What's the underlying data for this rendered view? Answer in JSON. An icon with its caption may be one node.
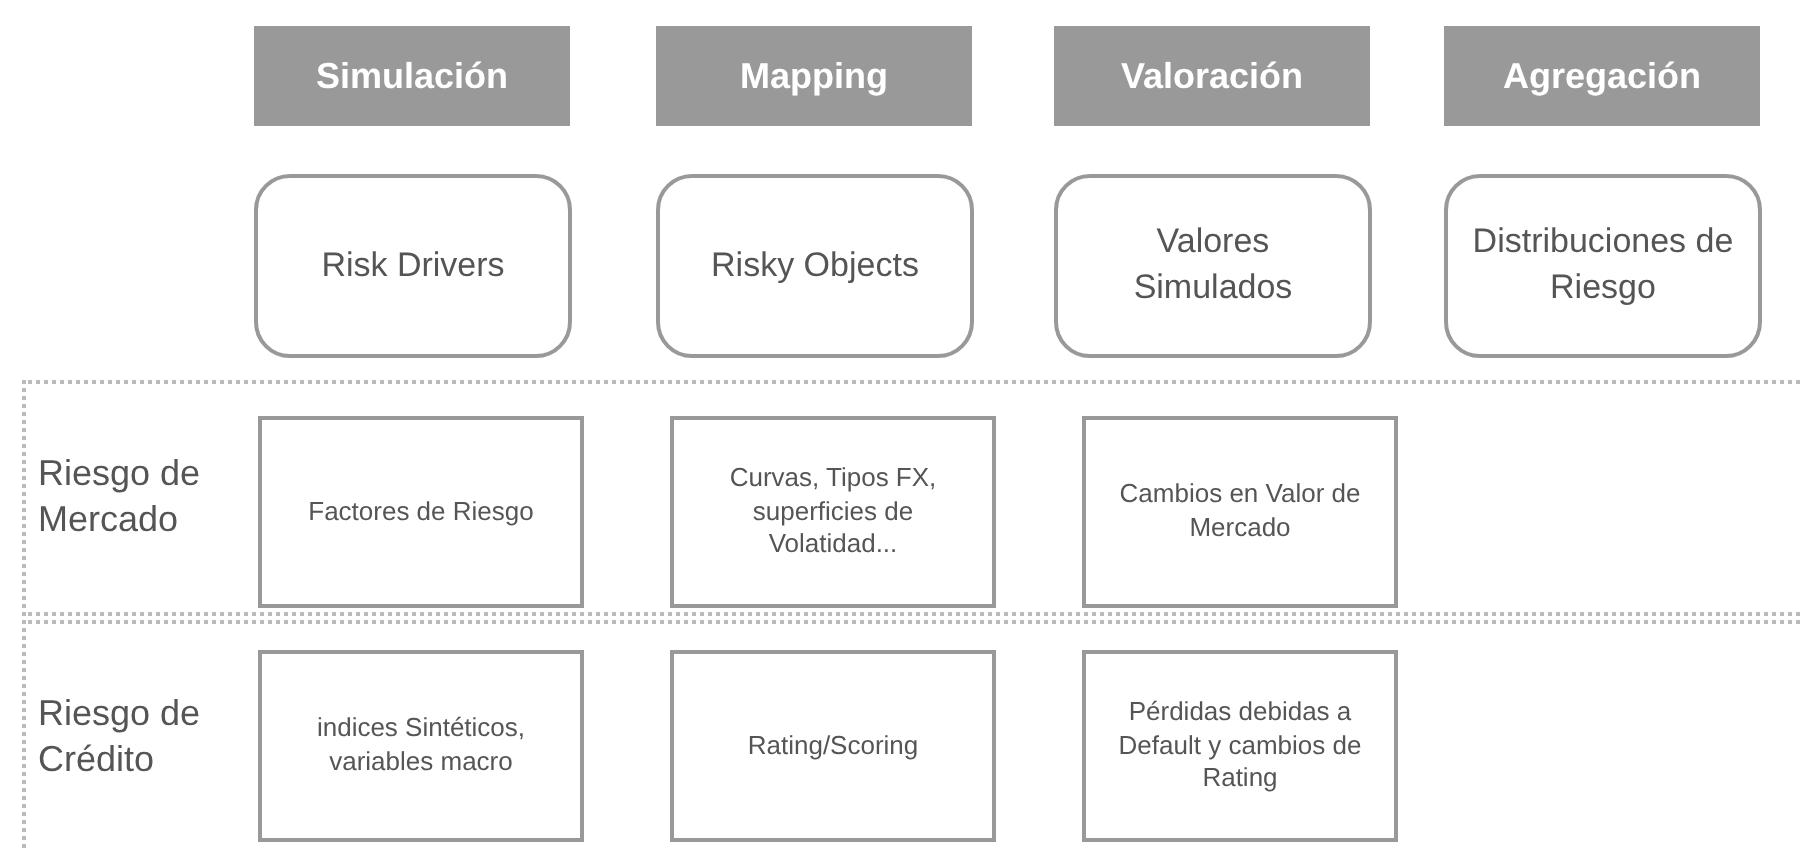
{
  "diagram": {
    "nodes": [
      {
        "text": [
          "Simulación"
        ]
      },
      {
        "text": [
          "Mapping"
        ]
      },
      {
        "text": [
          "Valoración"
        ]
      },
      {
        "text": [
          "Agregación"
        ]
      },
      {
        "text": [
          "Risk Drivers"
        ]
      },
      {
        "text": [
          "Risky Objects"
        ]
      },
      {
        "text": [
          "Valores Simulados"
        ]
      },
      {
        "text": [
          "Distribuciones de Riesgo"
        ]
      },
      {
        "text": [
          "Riesgo de Mercado"
        ]
      },
      {
        "text": [
          "Factores de Riesgo"
        ],
        "in": 8
      },
      {
        "text": [
          "Curvas, Tipos FX, superficies de Volatidad..."
        ],
        "in": 8
      },
      {
        "text": [
          "Cambios en Valor de Mercado"
        ],
        "in": 8
      },
      {
        "text": [
          "Riesgo de Crédito"
        ]
      },
      {
        "text": [
          "indices Sintéticos, variables macro"
        ],
        "in": 12
      },
      {
        "text": [
          "Rating/Scoring"
        ],
        "in": 12
      },
      {
        "text": [
          "Pérdidas debidas a Default y cambios de Rating"
        ],
        "in": 12
      }
    ]
  }
}
